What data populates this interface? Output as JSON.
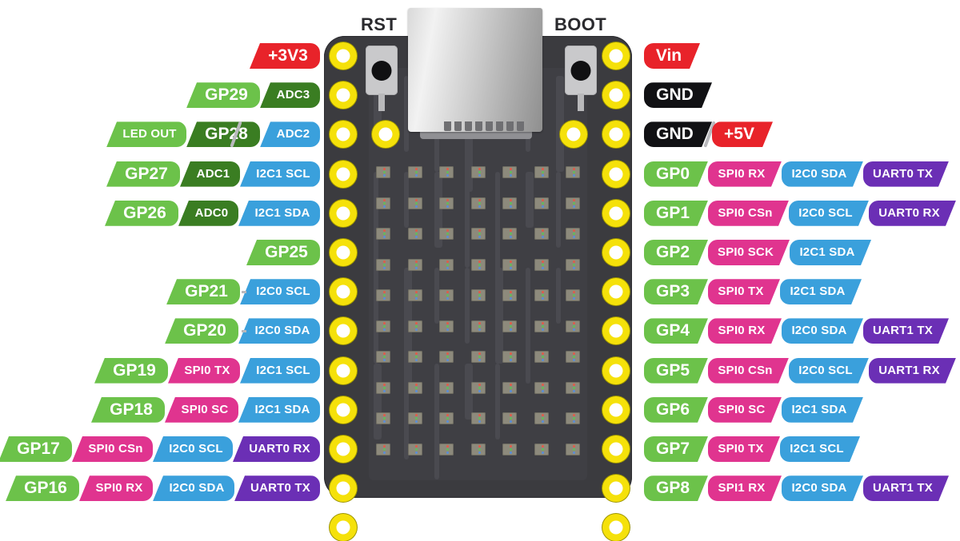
{
  "board": {
    "reset_button_label": "RST",
    "boot_button_label": "BOOT",
    "led_matrix": {
      "columns": 7,
      "rows": 10,
      "led_type": "RGB"
    },
    "pin_count_per_side": 13,
    "colors": {
      "pcb": "#3b3b3f",
      "pad": "#f5e10a",
      "usb_connector": "#c9c9c9"
    }
  },
  "legend_colors": {
    "gpio": "#6cc24a",
    "power": "#e8232a",
    "ground": "#111114",
    "adc": "#3a7d22",
    "i2c": "#3aa0dc",
    "spi": "#e0348f",
    "uart": "#6b2fb5"
  },
  "left_pins": [
    {
      "labels": [
        {
          "text": "+3V3",
          "type": "power",
          "big": true
        }
      ]
    },
    {
      "labels": [
        {
          "text": "ADC3",
          "type": "adc"
        },
        {
          "text": "GP29",
          "type": "gpio",
          "big": true
        }
      ]
    },
    {
      "labels": [
        {
          "text": "ADC2",
          "type": "i2c"
        },
        {
          "text": "GP28",
          "type": "adc",
          "big": true
        },
        {
          "text": "LED OUT",
          "type": "gpio"
        }
      ]
    },
    {
      "labels": [
        {
          "text": "I2C1 SCL",
          "type": "i2c"
        },
        {
          "text": "ADC1",
          "type": "adc"
        },
        {
          "text": "GP27",
          "type": "gpio",
          "big": true
        }
      ]
    },
    {
      "labels": [
        {
          "text": "I2C1 SDA",
          "type": "i2c"
        },
        {
          "text": "ADC0",
          "type": "adc"
        },
        {
          "text": "GP26",
          "type": "gpio",
          "big": true
        }
      ]
    },
    {
      "labels": [
        {
          "text": "GP25",
          "type": "gpio",
          "big": true
        }
      ]
    },
    {
      "labels": [
        {
          "text": "I2C0 SCL",
          "type": "i2c"
        },
        {
          "text": "GP21",
          "type": "gpio",
          "big": true
        }
      ],
      "connector": true
    },
    {
      "labels": [
        {
          "text": "I2C0 SDA",
          "type": "i2c"
        },
        {
          "text": "GP20",
          "type": "gpio",
          "big": true
        }
      ],
      "connector": true
    },
    {
      "labels": [
        {
          "text": "I2C1 SCL",
          "type": "i2c"
        },
        {
          "text": "SPI0 TX",
          "type": "spi"
        },
        {
          "text": "GP19",
          "type": "gpio",
          "big": true
        }
      ]
    },
    {
      "labels": [
        {
          "text": "I2C1 SDA",
          "type": "i2c"
        },
        {
          "text": "SPI0 SC",
          "type": "spi"
        },
        {
          "text": "GP18",
          "type": "gpio",
          "big": true
        }
      ]
    },
    {
      "labels": [
        {
          "text": "UART0 RX",
          "type": "uart"
        },
        {
          "text": "I2C0 SCL",
          "type": "i2c"
        },
        {
          "text": "SPI0 CSn",
          "type": "spi"
        },
        {
          "text": "GP17",
          "type": "gpio",
          "big": true
        }
      ]
    },
    {
      "labels": [
        {
          "text": "UART0 TX",
          "type": "uart"
        },
        {
          "text": "I2C0 SDA",
          "type": "i2c"
        },
        {
          "text": "SPI0 RX",
          "type": "spi"
        },
        {
          "text": "GP16",
          "type": "gpio",
          "big": true
        }
      ]
    }
  ],
  "right_pins": [
    {
      "labels": [
        {
          "text": "Vin",
          "type": "power",
          "big": true
        }
      ]
    },
    {
      "labels": [
        {
          "text": "GND",
          "type": "ground",
          "big": true
        }
      ]
    },
    {
      "labels": [
        {
          "text": "GND",
          "type": "ground",
          "big": true
        },
        {
          "text": "+5V",
          "type": "power",
          "big": true
        }
      ],
      "slash": true
    },
    {
      "labels": [
        {
          "text": "GP0",
          "type": "gpio",
          "big": true
        },
        {
          "text": "SPI0 RX",
          "type": "spi"
        },
        {
          "text": "I2C0 SDA",
          "type": "i2c"
        },
        {
          "text": "UART0 TX",
          "type": "uart"
        }
      ]
    },
    {
      "labels": [
        {
          "text": "GP1",
          "type": "gpio",
          "big": true
        },
        {
          "text": "SPI0 CSn",
          "type": "spi"
        },
        {
          "text": "I2C0 SCL",
          "type": "i2c"
        },
        {
          "text": "UART0 RX",
          "type": "uart"
        }
      ]
    },
    {
      "labels": [
        {
          "text": "GP2",
          "type": "gpio",
          "big": true
        },
        {
          "text": "SPI0 SCK",
          "type": "spi"
        },
        {
          "text": "I2C1 SDA",
          "type": "i2c"
        }
      ]
    },
    {
      "labels": [
        {
          "text": "GP3",
          "type": "gpio",
          "big": true
        },
        {
          "text": "SPI0 TX",
          "type": "spi"
        },
        {
          "text": "I2C1 SDA",
          "type": "i2c"
        }
      ]
    },
    {
      "labels": [
        {
          "text": "GP4",
          "type": "gpio",
          "big": true
        },
        {
          "text": "SPI0 RX",
          "type": "spi"
        },
        {
          "text": "I2C0 SDA",
          "type": "i2c"
        },
        {
          "text": "UART1 TX",
          "type": "uart"
        }
      ]
    },
    {
      "labels": [
        {
          "text": "GP5",
          "type": "gpio",
          "big": true
        },
        {
          "text": "SPI0 CSn",
          "type": "spi"
        },
        {
          "text": "I2C0 SCL",
          "type": "i2c"
        },
        {
          "text": "UART1 RX",
          "type": "uart"
        }
      ]
    },
    {
      "labels": [
        {
          "text": "GP6",
          "type": "gpio",
          "big": true
        },
        {
          "text": "SPI0 SC",
          "type": "spi"
        },
        {
          "text": "I2C1 SDA",
          "type": "i2c"
        }
      ]
    },
    {
      "labels": [
        {
          "text": "GP7",
          "type": "gpio",
          "big": true
        },
        {
          "text": "SPI0 TX",
          "type": "spi"
        },
        {
          "text": "I2C1 SCL",
          "type": "i2c"
        }
      ]
    },
    {
      "labels": [
        {
          "text": "GP8",
          "type": "gpio",
          "big": true
        },
        {
          "text": "SPI1 RX",
          "type": "spi"
        },
        {
          "text": "I2C0 SDA",
          "type": "i2c"
        },
        {
          "text": "UART1 TX",
          "type": "uart"
        }
      ]
    }
  ]
}
